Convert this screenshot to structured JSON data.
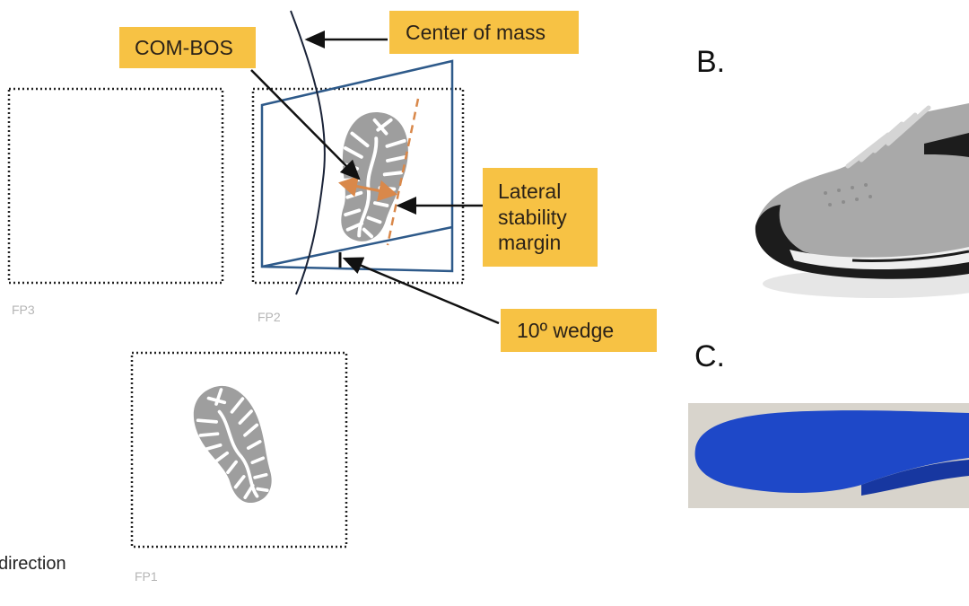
{
  "diagram": {
    "labels": {
      "com_bos": "COM-BOS",
      "center_of_mass": "Center of mass",
      "lateral_stability_margin": [
        "Lateral",
        "stability",
        "margin"
      ],
      "wedge": "10º wedge"
    },
    "force_plates": [
      "FP3",
      "FP2",
      "FP1"
    ],
    "direction_text": "direction",
    "panel_letters": {
      "b": "B.",
      "c": "C."
    },
    "colors": {
      "label_fill": "#F7C244",
      "wedge_outline": "#2E5A8A",
      "margin_line": "#D9884A",
      "footprint": "#9E9E9E",
      "insole": "#1E48C8"
    }
  }
}
